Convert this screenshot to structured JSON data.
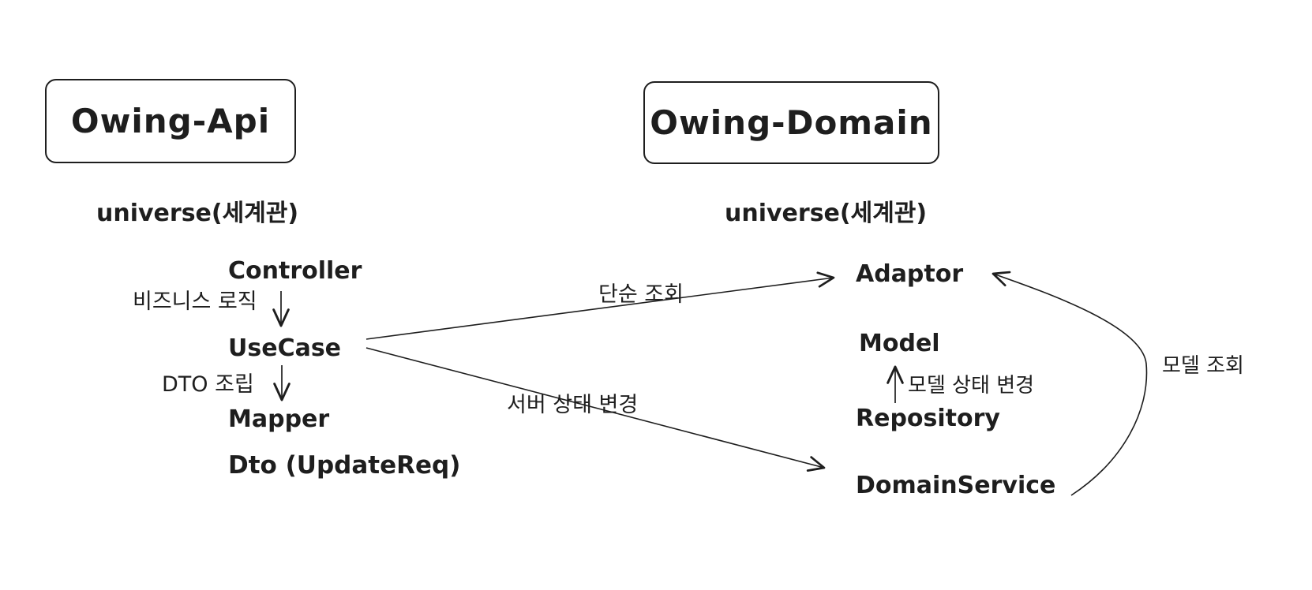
{
  "canvas": {
    "ink_color": "#1e1e1e",
    "background_color": "#ffffff"
  },
  "api_section": {
    "box_title": "Owing-Api",
    "universe_label": "universe(세계관)",
    "nodes": {
      "controller": "Controller",
      "usecase": "UseCase",
      "mapper": "Mapper",
      "dto": "Dto (UpdateReq)"
    },
    "edge_labels": {
      "business_logic": "비즈니스 로직",
      "dto_assembly": "DTO 조립"
    }
  },
  "domain_section": {
    "box_title": "Owing-Domain",
    "universe_label": "universe(세계관)",
    "nodes": {
      "adaptor": "Adaptor",
      "model": "Model",
      "repository": "Repository",
      "domain_service": "DomainService"
    },
    "edge_labels": {
      "model_state_change": "모델 상태 변경",
      "model_query": "모델 조회"
    }
  },
  "cross_edges": {
    "simple_query": "단순 조회",
    "server_state_change": "서버 상태 변경"
  }
}
